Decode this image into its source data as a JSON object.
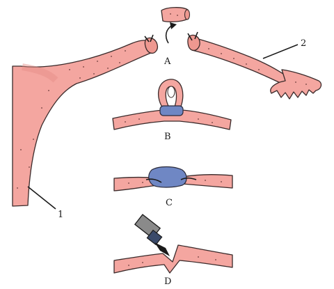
{
  "panels": {
    "a": "A",
    "b": "B",
    "c": "C",
    "d": "D"
  },
  "callouts": {
    "one": "1",
    "two": "2"
  },
  "colors": {
    "tissue": "#f4a6a0",
    "band": "#6f87c4",
    "ink": "#1a1a1a"
  }
}
